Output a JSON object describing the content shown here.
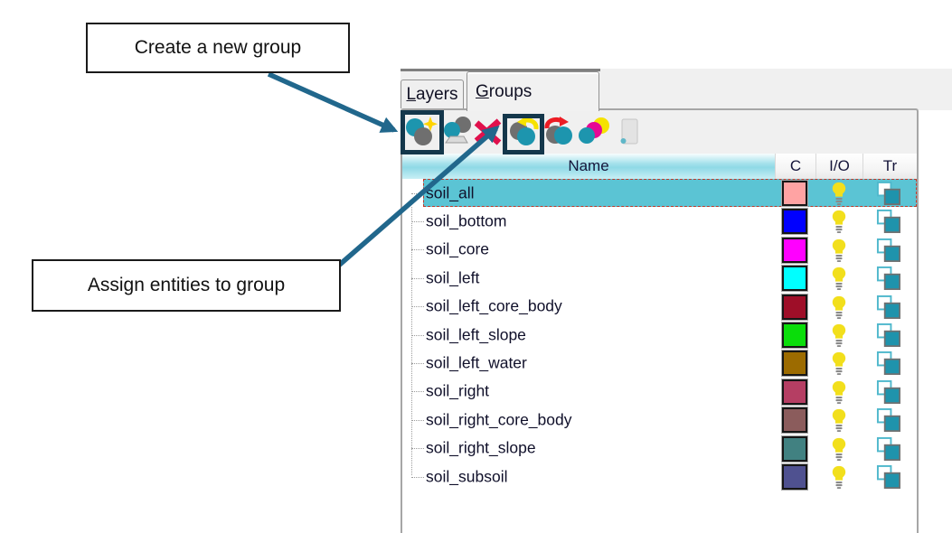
{
  "callouts": {
    "create_group": "Create a new group",
    "assign_entities": "Assign entities to group"
  },
  "tabs": [
    {
      "label": "Layers",
      "first": "L",
      "rest": "ayers",
      "active": false
    },
    {
      "label": "Groups",
      "first": "G",
      "rest": "roups",
      "active": true
    }
  ],
  "toolbar": {
    "icons": [
      "create-group",
      "edit-group",
      "delete-group",
      "assign-entities-to-group",
      "unassign-entities-from-group",
      "group-colors",
      "group-properties"
    ]
  },
  "table": {
    "columns": [
      "Name",
      "C",
      "I/O",
      "Tr"
    ],
    "rows": [
      {
        "name": "soil_all",
        "color": "#FFA3A3",
        "visible": true,
        "selected": true
      },
      {
        "name": "soil_bottom",
        "color": "#0000FF",
        "visible": true,
        "selected": false
      },
      {
        "name": "soil_core",
        "color": "#FF00FF",
        "visible": true,
        "selected": false
      },
      {
        "name": "soil_left",
        "color": "#00FFFF",
        "visible": true,
        "selected": false
      },
      {
        "name": "soil_left_core_body",
        "color": "#9E0E28",
        "visible": true,
        "selected": false
      },
      {
        "name": "soil_left_slope",
        "color": "#0ADD0A",
        "visible": true,
        "selected": false
      },
      {
        "name": "soil_left_water",
        "color": "#9C6B00",
        "visible": true,
        "selected": false
      },
      {
        "name": "soil_right",
        "color": "#B53E63",
        "visible": true,
        "selected": false
      },
      {
        "name": "soil_right_core_body",
        "color": "#8B5C5C",
        "visible": true,
        "selected": false
      },
      {
        "name": "soil_right_slope",
        "color": "#418181",
        "visible": true,
        "selected": false
      },
      {
        "name": "soil_subsoil",
        "color": "#4F5190",
        "visible": true,
        "selected": false
      }
    ]
  },
  "colors": {
    "selection": "#5BC4D4",
    "arrow": "#21678C",
    "highlight_box": "#14374B",
    "header_teal": "#8FD9E6",
    "icon_teal": "#1D95AE",
    "icon_gray": "#6F6F6F"
  }
}
